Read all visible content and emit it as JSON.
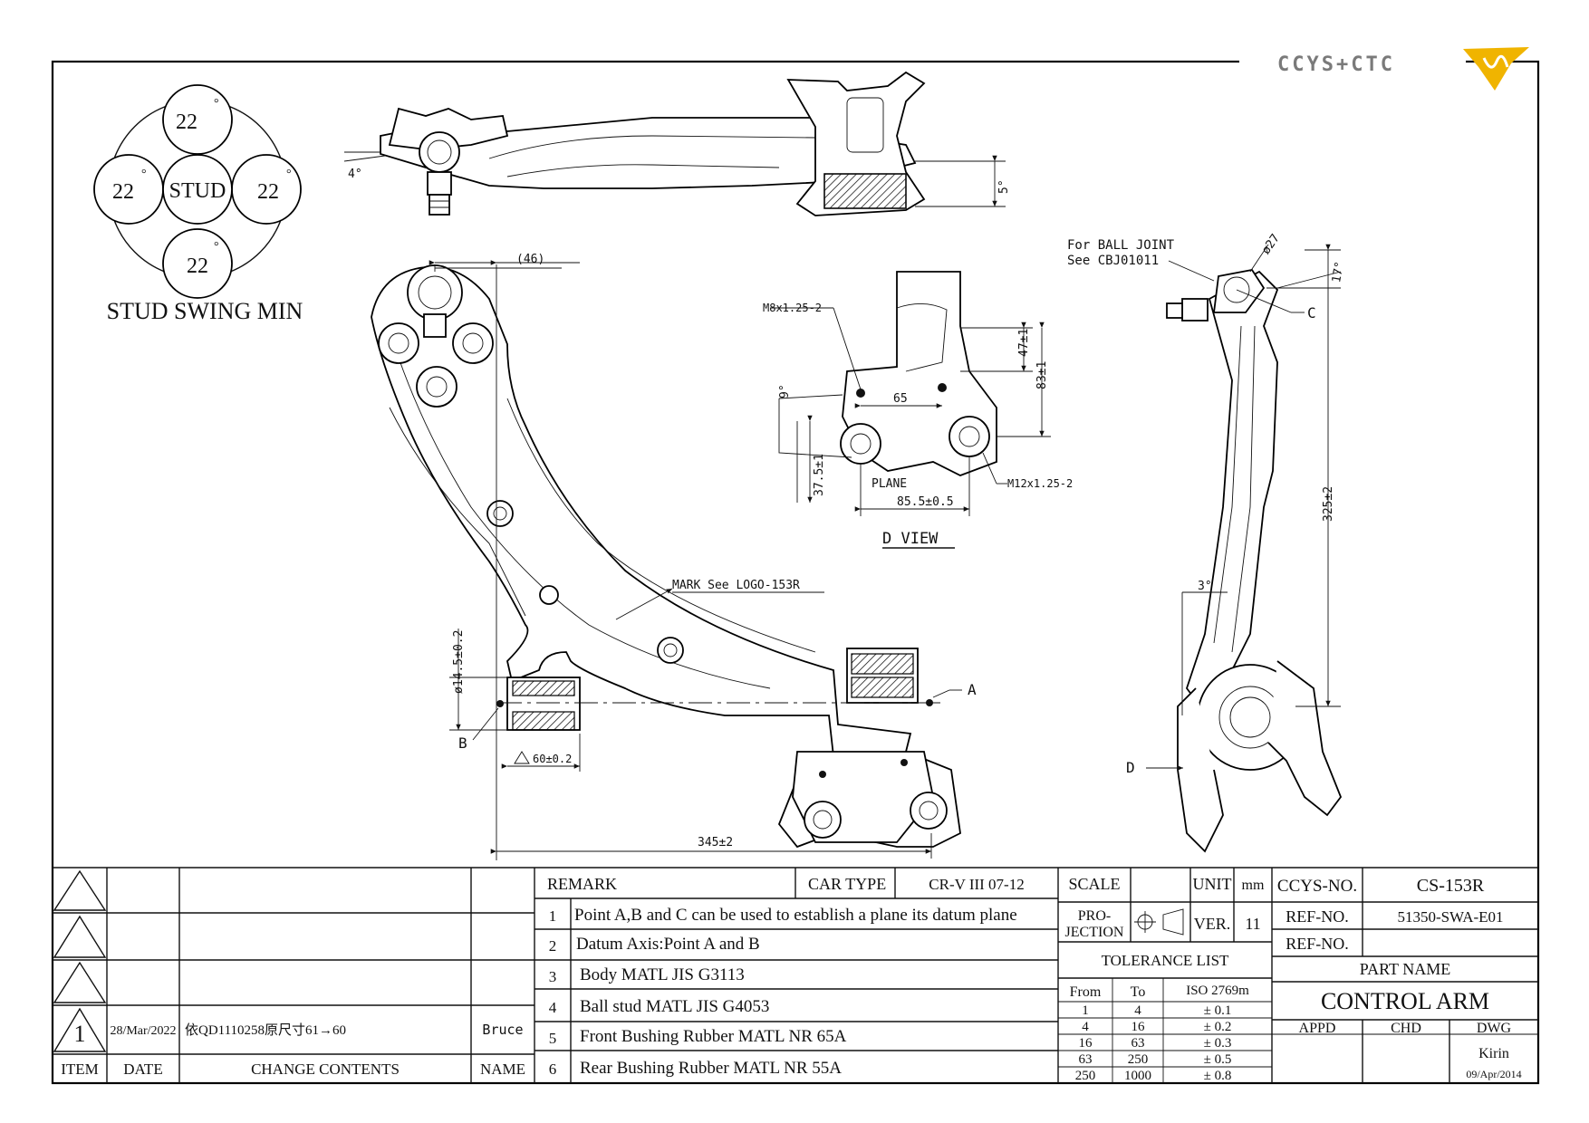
{
  "logo": {
    "text": "CCYS+CTC",
    "accent_color": "#f0b400",
    "text_color": "#7a7a7a"
  },
  "stud_swing": {
    "top": "22",
    "left": "22",
    "right": "22",
    "bottom": "22",
    "center": "STUD",
    "degree": "°",
    "caption": "STUD SWING MIN"
  },
  "dims": {
    "top_angle_left": "4°",
    "top_angle_right": "5°",
    "d46": "(46)",
    "d345": "345±2",
    "d60": "60±0.2",
    "d14": "ø14.5±0.2",
    "point_a": "A",
    "point_b": "B",
    "point_c": "C",
    "point_d": "D",
    "mark_note": "MARK See LOGO-153R",
    "dview_m8": "M8x1.25-2",
    "dview_m12": "M12x1.25-2",
    "dview_65": "65",
    "dview_47": "47±1",
    "dview_83": "83±1",
    "dview_9": "9°",
    "dview_375": "37.5±1",
    "dview_plane": "PLANE",
    "dview_855": "85.5±0.5",
    "dview_title": "D VIEW",
    "ball_note_1": "For BALL JOINT",
    "ball_note_2": "See CBJ01011",
    "d27": "ø27",
    "a17": "17°",
    "d325": "325±2",
    "a3": "3°"
  },
  "revision": {
    "headers": {
      "item": "ITEM",
      "date": "DATE",
      "change": "CHANGE CONTENTS",
      "name": "NAME"
    },
    "rows": [
      {
        "item": "1",
        "date": "28/Mar/2022",
        "change": "依QD1110258原尺寸61→60",
        "name": "Bruce"
      }
    ]
  },
  "remark": {
    "label": "REMARK",
    "car_type_label": "CAR TYPE",
    "car_type": "CR-V III 07-12",
    "items": [
      {
        "no": "1",
        "text": "Point A,B and C can be used to establish a plane its datum plane"
      },
      {
        "no": "2",
        "text": "Datum Axis:Point A and B"
      },
      {
        "no": "3",
        "text": "Body MATL JIS G3113"
      },
      {
        "no": "4",
        "text": "Ball stud MATL JIS G4053"
      },
      {
        "no": "5",
        "text": "Front Bushing Rubber MATL NR 65A"
      },
      {
        "no": "6",
        "text": "Rear Bushing Rubber MATL NR 55A"
      }
    ]
  },
  "title_block": {
    "scale_label": "SCALE",
    "unit_label": "UNIT",
    "unit": "mm",
    "projection_1": "PRO-",
    "projection_2": "JECTION",
    "ver_label": "VER.",
    "ver": "11",
    "tolerance_title": "TOLERANCE LIST",
    "tol_headers": {
      "from": "From",
      "to": "To",
      "iso": "ISO 2769m"
    },
    "tolerances": [
      {
        "from": "1",
        "to": "4",
        "tol": "± 0.1"
      },
      {
        "from": "4",
        "to": "16",
        "tol": "± 0.2"
      },
      {
        "from": "16",
        "to": "63",
        "tol": "± 0.3"
      },
      {
        "from": "63",
        "to": "250",
        "tol": "± 0.5"
      },
      {
        "from": "250",
        "to": "1000",
        "tol": "± 0.8"
      }
    ],
    "ccys_label": "CCYS-NO.",
    "ccys_no": "CS-153R",
    "ref_label_1": "REF-NO.",
    "ref_no_1": "51350-SWA-E01",
    "ref_label_2": "REF-NO.",
    "ref_no_2": "",
    "part_name_label": "PART NAME",
    "part_name": "CONTROL ARM",
    "appd": "APPD",
    "chd": "CHD",
    "dwg": "DWG",
    "drawer": "Kirin",
    "drawn_date": "09/Apr/2014"
  }
}
